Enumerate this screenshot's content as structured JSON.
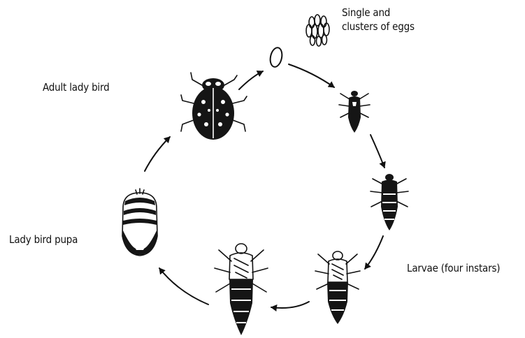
{
  "labels": {
    "eggs_line1": "Single and",
    "eggs_line2": "clusters of eggs",
    "adult": "Adult lady bird",
    "pupa": "Lady bird pupa",
    "larvae": "Larvae (four instars)"
  },
  "stages": [
    {
      "name": "egg-cluster",
      "icon": "egg-cluster-icon"
    },
    {
      "name": "single-egg",
      "icon": "egg-icon"
    },
    {
      "name": "larva-instar-1",
      "icon": "larva-icon"
    },
    {
      "name": "larva-instar-2",
      "icon": "larva-icon"
    },
    {
      "name": "larva-instar-3",
      "icon": "larva-icon"
    },
    {
      "name": "larva-instar-4",
      "icon": "larva-icon"
    },
    {
      "name": "pupa",
      "icon": "pupa-icon"
    },
    {
      "name": "adult",
      "icon": "ladybird-icon"
    }
  ],
  "colors": {
    "ink": "#151515",
    "background": "#ffffff"
  }
}
